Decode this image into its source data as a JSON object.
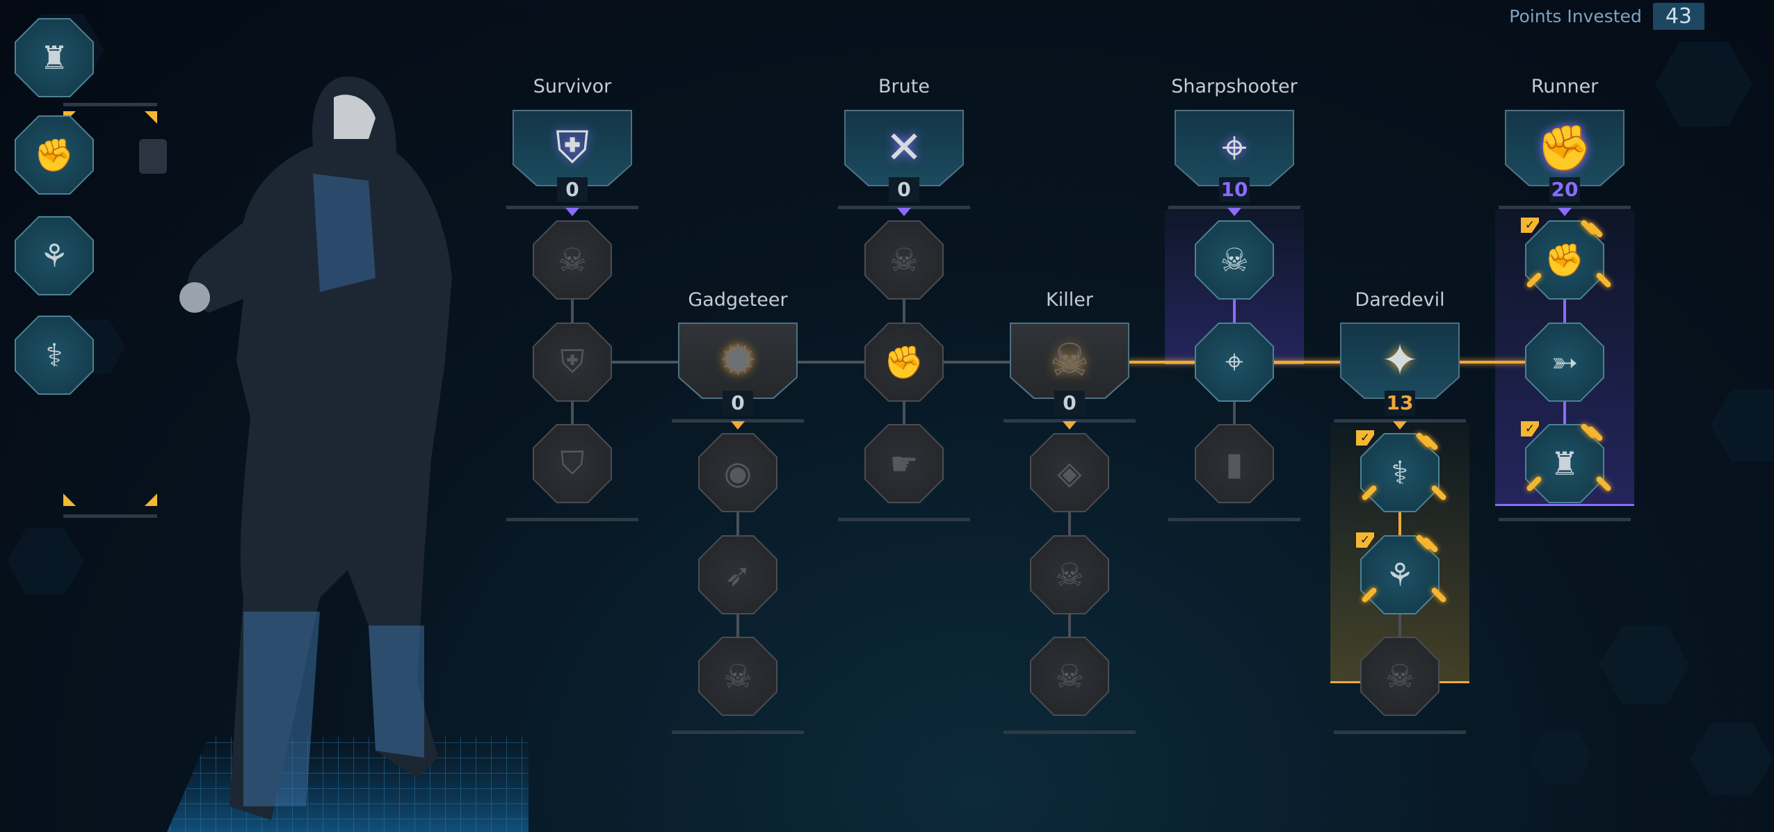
{
  "header": {
    "points_label": "Points Invested",
    "points_value": "43"
  },
  "colors": {
    "purple": "#8a6cff",
    "orange": "#f0a93a",
    "active_node": "#1a4a5c",
    "locked_node": "#2a2d31"
  },
  "loadout": {
    "slots": [
      {
        "icon": "fortress-burst-icon",
        "glyph": "♜"
      },
      {
        "icon": "punch-bullets-icon",
        "glyph": "✊"
      },
      {
        "icon": "twin-pistols-leaf-icon",
        "glyph": "⚘"
      },
      {
        "icon": "syringe-timer-icon",
        "glyph": "⚕"
      }
    ]
  },
  "trees": [
    {
      "name": "Survivor",
      "points": "0",
      "accent": "purple",
      "tier": "upper",
      "badge_icon": "shield-skull-icon",
      "badge_glyph": "⛨",
      "highlight": false,
      "nodes": [
        {
          "icon": "winged-skull-icon",
          "glyph": "☠",
          "active": false,
          "equipped": false
        },
        {
          "icon": "shield-plus-icon",
          "glyph": "⛨",
          "active": false,
          "equipped": false
        },
        {
          "icon": "shield-emblem-icon",
          "glyph": "⛉",
          "active": false,
          "equipped": false
        }
      ]
    },
    {
      "name": "Gadgeteer",
      "points": "0",
      "accent": "orange",
      "tier": "lower",
      "badge_icon": "grenade-rockets-icon",
      "badge_glyph": "✹",
      "highlight": false,
      "nodes": [
        {
          "icon": "grenade-timer-icon",
          "glyph": "◉",
          "active": false,
          "equipped": false
        },
        {
          "icon": "rocket-target-icon",
          "glyph": "➶",
          "active": false,
          "equipped": false
        },
        {
          "icon": "skull-explosion-icon",
          "glyph": "☠",
          "active": false,
          "equipped": false
        }
      ]
    },
    {
      "name": "Brute",
      "points": "0",
      "accent": "purple",
      "tier": "upper",
      "badge_icon": "crossed-pistols-icon",
      "badge_glyph": "✕",
      "highlight": false,
      "nodes": [
        {
          "icon": "skull-pistols-icon",
          "glyph": "☠",
          "active": false,
          "equipped": false
        },
        {
          "icon": "fist-ammo-icon",
          "glyph": "✊",
          "active": false,
          "equipped": false
        },
        {
          "icon": "punch-gun-icon",
          "glyph": "☛",
          "active": false,
          "equipped": false
        }
      ]
    },
    {
      "name": "Killer",
      "points": "0",
      "accent": "orange",
      "tier": "lower",
      "badge_icon": "skull-burst-icon",
      "badge_glyph": "☠",
      "highlight": false,
      "nodes": [
        {
          "icon": "skull-diamond-icon",
          "glyph": "◈",
          "active": false,
          "equipped": false
        },
        {
          "icon": "skull-dots-icon",
          "glyph": "☠",
          "active": false,
          "equipped": false
        },
        {
          "icon": "skull-spikes-icon",
          "glyph": "☠",
          "active": false,
          "equipped": false
        }
      ]
    },
    {
      "name": "Sharpshooter",
      "points": "10",
      "accent": "purple",
      "tier": "upper",
      "badge_icon": "crosshair-icon",
      "badge_glyph": "⌖",
      "highlight": true,
      "nodes": [
        {
          "icon": "skull-crosshair-icon",
          "glyph": "☠",
          "active": true,
          "equipped": false
        },
        {
          "icon": "pistol-crosshair-icon",
          "glyph": "⌖",
          "active": true,
          "equipped": false
        },
        {
          "icon": "bullet-icon",
          "glyph": "▮",
          "active": false,
          "equipped": false
        }
      ]
    },
    {
      "name": "Daredevil",
      "points": "13",
      "accent": "orange",
      "tier": "lower",
      "badge_icon": "flexing-figure-icon",
      "badge_glyph": "✦",
      "highlight": true,
      "nodes": [
        {
          "icon": "syringe-timer-icon",
          "glyph": "⚕",
          "active": true,
          "equipped": true
        },
        {
          "icon": "twin-pistols-leaf-icon",
          "glyph": "⚘",
          "active": true,
          "equipped": true
        },
        {
          "icon": "skull-flame-icon",
          "glyph": "☠",
          "active": false,
          "equipped": false
        }
      ]
    },
    {
      "name": "Runner",
      "points": "20",
      "accent": "purple",
      "tier": "upper",
      "badge_icon": "flying-fist-icon",
      "badge_glyph": "✊",
      "highlight": true,
      "nodes": [
        {
          "icon": "punch-bullets-icon",
          "glyph": "✊",
          "active": true,
          "equipped": true
        },
        {
          "icon": "sprinting-figure-icon",
          "glyph": "➳",
          "active": true,
          "equipped": false
        },
        {
          "icon": "fortress-burst-icon",
          "glyph": "♜",
          "active": true,
          "equipped": true
        }
      ]
    }
  ]
}
